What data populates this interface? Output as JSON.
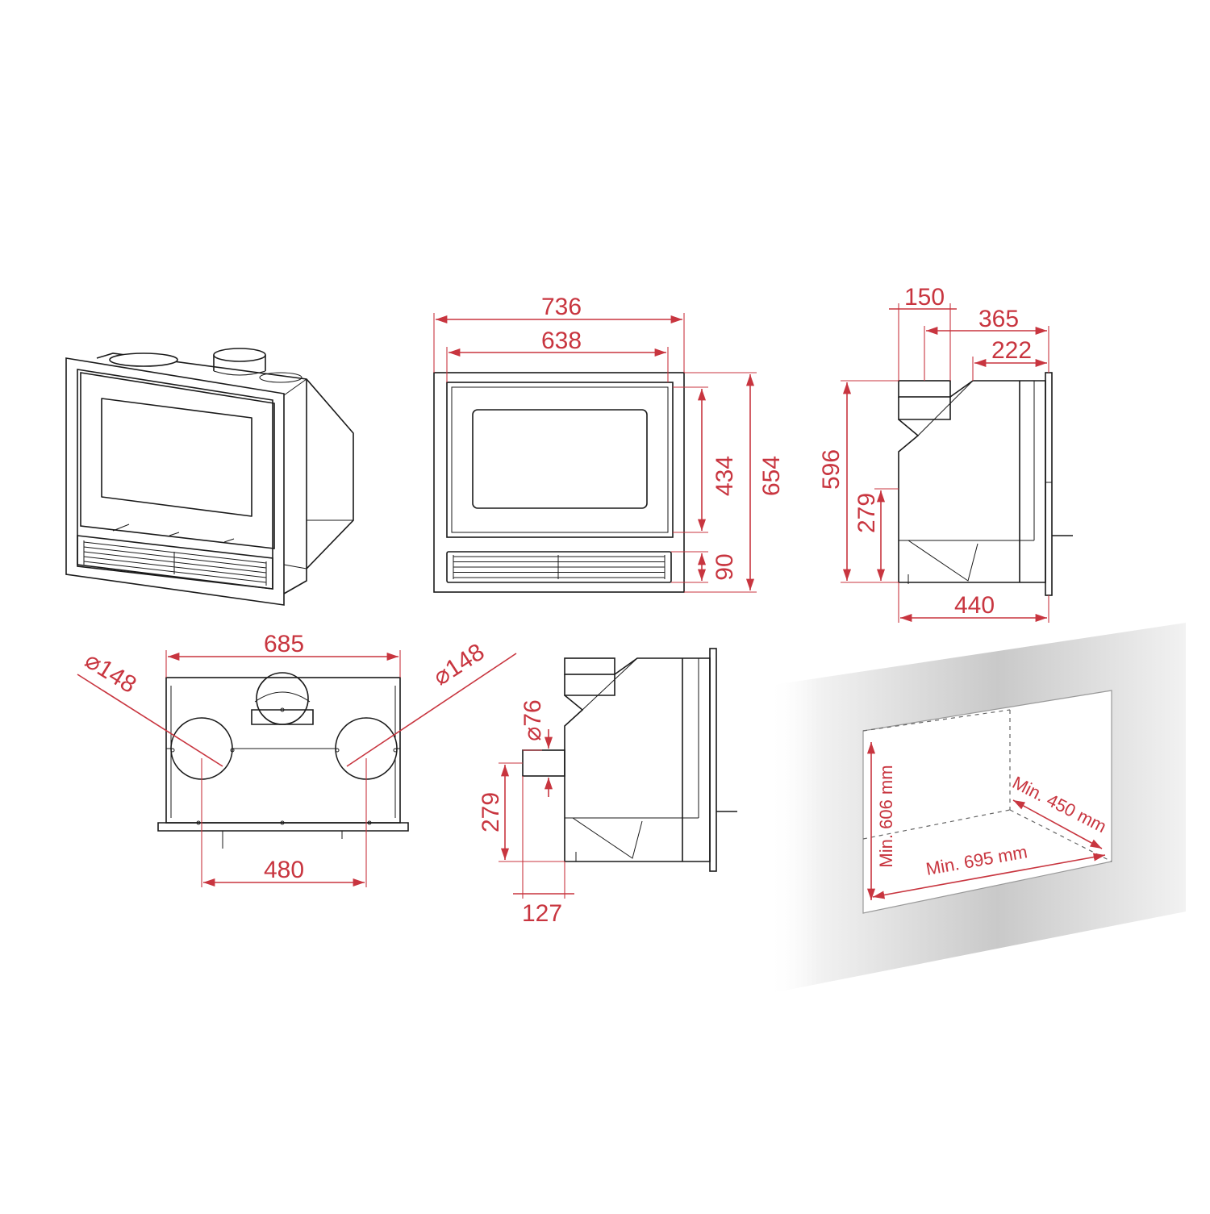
{
  "front_view": {
    "width_total": "736",
    "width_inner": "638",
    "height_glass": "434",
    "height_total": "654",
    "height_grille": "90"
  },
  "side_view": {
    "top_flue": "150",
    "depth_upper": "365",
    "depth_top": "222",
    "height_total": "596",
    "height_outlet": "279",
    "depth_total": "440"
  },
  "top_view": {
    "width": "685",
    "duct_left_diameter": "⌀148",
    "duct_right_diameter": "⌀148",
    "duct_spacing": "480"
  },
  "side_view_2": {
    "air_inlet_diameter": "⌀76",
    "air_inlet_height": "279",
    "air_inlet_offset": "127"
  },
  "niche": {
    "min_height": "Min. 606 mm",
    "min_depth": "Min. 450 mm",
    "min_width": "Min. 695 mm"
  },
  "colors": {
    "dimension": "#c8353f",
    "outline": "#1a1a1a",
    "wall_light": "#f4f4f4",
    "wall_dark": "#bdbdbd"
  }
}
